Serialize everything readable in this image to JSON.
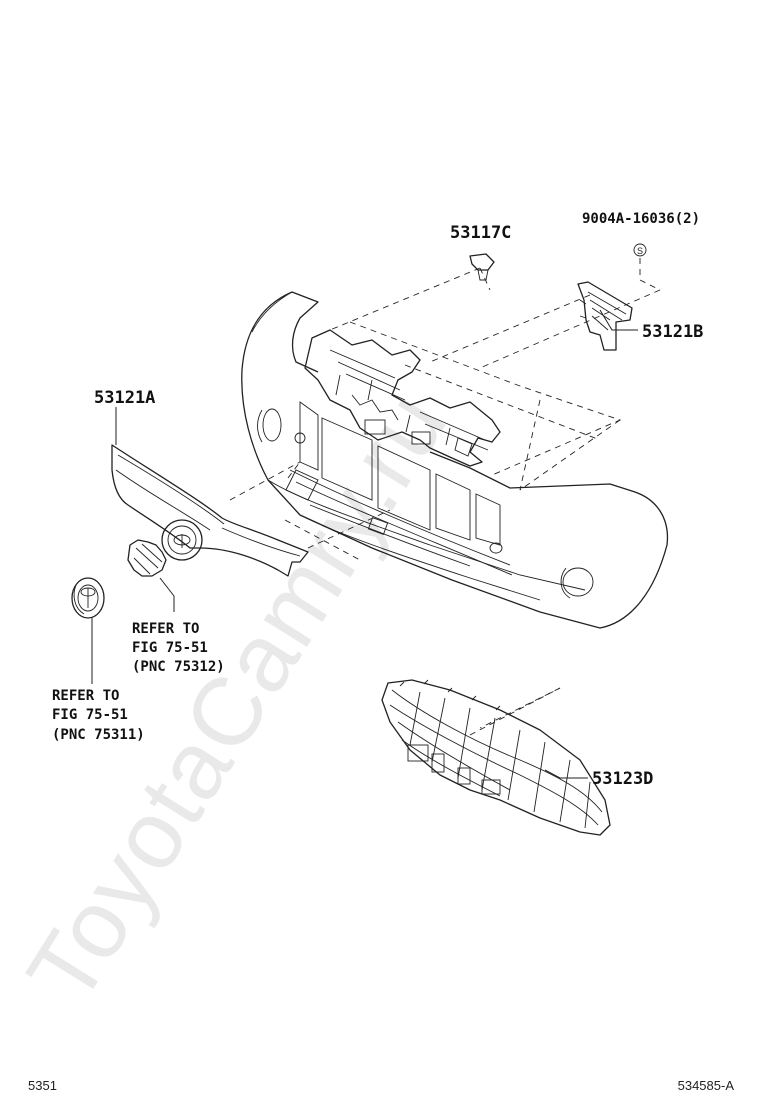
{
  "watermark": "ToyotaCamry.ru",
  "callouts": {
    "p53117c": "53117C",
    "p9004a": "9004A-16036(2)",
    "p53121b": "53121B",
    "p53121a": "53121A",
    "p53123d": "53123D"
  },
  "references": {
    "ref_75312": [
      "REFER TO",
      "FIG 75-51",
      "(PNC 75312)"
    ],
    "ref_75311": [
      "REFER TO",
      "FIG 75-51",
      "(PNC 75311)"
    ]
  },
  "footer": {
    "left_code": "5351",
    "right_code": "534585-A"
  }
}
